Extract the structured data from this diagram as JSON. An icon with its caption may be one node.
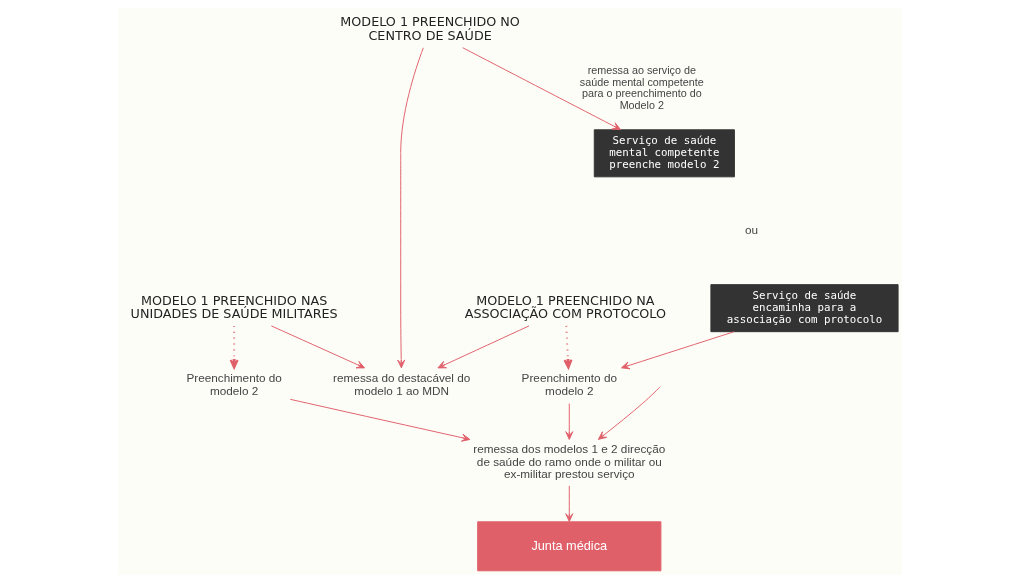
{
  "diagram": {
    "nodes": [
      {
        "text": [
          "MODELO 1 PREENCHIDO NO CENTRO DE SAÚDE"
        ]
      },
      {
        "text": [
          "remessa do destacável do modelo 1 ao MDN"
        ]
      },
      {
        "text": [
          "MODELO 1 PREENCHIDO NAS UNIDADES DE SAÚDE MILITARES"
        ]
      },
      {
        "text": [
          "MODELO 1 PREENCHIDO NA ASSOCIAÇÃO COM PROTOCOLO"
        ]
      },
      {
        "text": [
          "Serviço de saúde mental competente preenche modelo 2"
        ]
      },
      {
        "text": [
          "Serviço de saúde encaminha para a associação com protocolo"
        ]
      },
      {
        "text": [
          "Preenchimento do modelo 2"
        ]
      },
      {
        "text": [
          "Preenchimento do modelo 2"
        ]
      },
      {
        "text": [
          "remessa dos modelos 1 e 2 direcção de saúde do ramo onde o militar ou ex-militar prestou serviço"
        ]
      },
      {
        "text": [
          "Junta médica"
        ]
      }
    ],
    "edges": [
      {
        "from": 0,
        "to": 1,
        "arrow": "to"
      },
      {
        "from": 2,
        "to": 1,
        "arrow": "to"
      },
      {
        "from": 3,
        "to": 1,
        "arrow": "to"
      },
      {
        "from": 0,
        "to": 4,
        "arrow": "to",
        "label": "remessa ao serviço de saúde mental competente para o preenchimento do Modelo 2"
      },
      {
        "from": 3,
        "to": 6,
        "arrow": "to",
        "style": "dashed"
      },
      {
        "from": 2,
        "to": 7,
        "arrow": "to",
        "style": "dashed"
      },
      {
        "from": 5,
        "to": 6,
        "arrow": "to"
      },
      {
        "from": null,
        "to": 8,
        "arrow": "to"
      },
      {
        "from": 6,
        "to": 8,
        "arrow": "to"
      },
      {
        "from": 7,
        "to": 8,
        "arrow": "to"
      },
      {
        "from": 8,
        "to": 9,
        "arrow": "to"
      }
    ],
    "labels": [
      "ou"
    ]
  }
}
